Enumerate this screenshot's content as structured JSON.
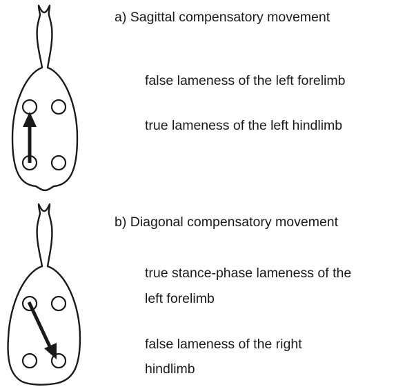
{
  "panel_a": {
    "heading": "a) Sagittal compensatory movement",
    "item_1": "false lameness of the left forelimb",
    "item_2": "true lameness of the left hindlimb"
  },
  "panel_b": {
    "heading": "b) Diagonal compensatory movement",
    "item_1_line_1": "true stance-phase lameness of the",
    "item_1_line_2": "left forelimb",
    "item_2_line_1": "false lameness of the right",
    "item_2_line_2": "hindlimb"
  },
  "colors": {
    "ink": "#1a1a1a",
    "background": "#ffffff"
  }
}
